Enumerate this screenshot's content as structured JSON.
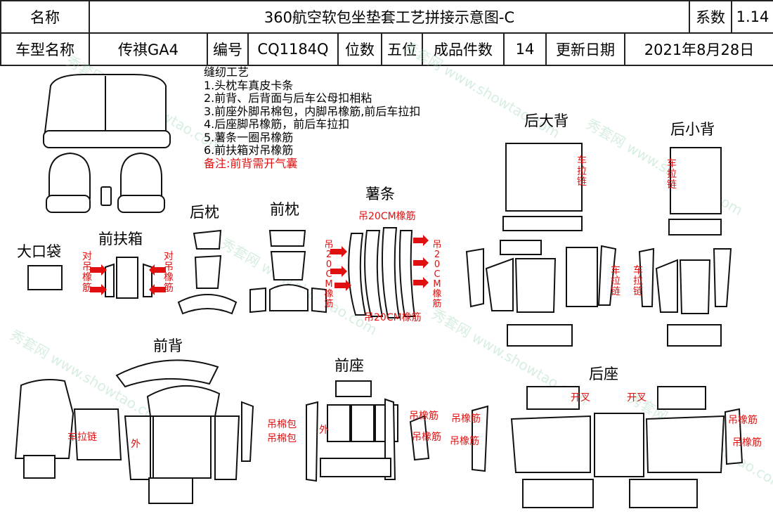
{
  "header": {
    "row1": {
      "name_label": "名称",
      "title": "360航空软包坐垫套工艺拼接示意图-C",
      "coef_label": "系数",
      "coef_value": "1.14"
    },
    "row2": {
      "model_label": "车型名称",
      "model_value": "传祺GA4",
      "code_label": "编号",
      "code_value": "CQ1184Q",
      "seats_label": "位数",
      "seats_value": "五位",
      "pieces_label": "成品件数",
      "pieces_value": "14",
      "date_label": "更新日期",
      "date_value": "2021年8月28日"
    }
  },
  "notes": {
    "heading": "缝纫工艺",
    "lines": [
      "1.头枕车真皮卡条",
      "2.前背、后背面与后车公母扣相粘",
      "3.前座外脚吊棉包，内脚吊橡筋,前后车拉扣",
      "4.后座脚吊橡筋，前后车拉扣",
      "5.薯条一圈吊橡筋",
      "6.前扶箱对吊橡筋"
    ],
    "remark": "备注:前背需开气囊"
  },
  "sections": {
    "bag": "大口袋",
    "armrest": "前扶箱",
    "rear_headrest": "后枕",
    "front_headrest": "前枕",
    "fries": "薯条",
    "rear_big_back": "后大背",
    "rear_small_back": "后小背",
    "front_back": "前背",
    "front_seat": "前座",
    "rear_seat": "后座"
  },
  "annotations": {
    "dui_diao": "对吊橡筋",
    "che_la_lian": "车拉链",
    "diao20": "吊20CM橡筋",
    "che_la_lian_h": "车拉链",
    "wai": "外",
    "diao_mian_bao": "吊棉包",
    "diao_xiang_jin": "吊橡筋",
    "kai_cha": "开叉"
  },
  "watermark": "秀套网 www.showtao.com"
}
